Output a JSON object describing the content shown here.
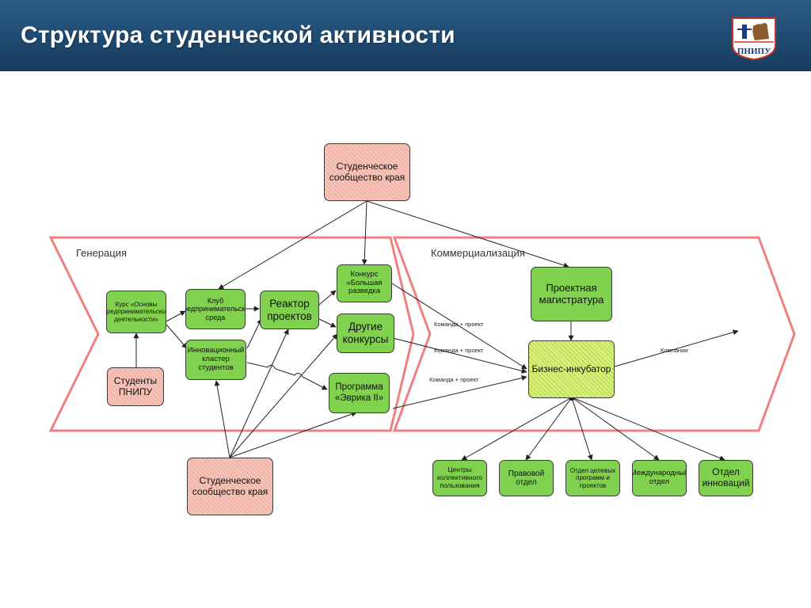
{
  "header": {
    "title": "Структура студенческой активности",
    "logo_text": "ПНИПУ"
  },
  "bands": {
    "generation": "Генерация",
    "commercialization": "Коммерциализация"
  },
  "nodes": {
    "community_top": "Студенческое сообщество края",
    "community_bottom": "Студенческое сообщество края",
    "students": "Студенты ПНИПУ",
    "course": "Курс «Основы предпринимательской деятельности»",
    "club": "Клуб Предпринимательская среда",
    "cluster": "Инновационный кластер студентов",
    "reactor": "Реактор проектов",
    "contest_big": "Конкурс «Большая разведка",
    "other_contests": "Другие конкурсы",
    "evrika": "Программа «Эврика II»",
    "magistratura": "Проектная магистратура",
    "incubator": "Бизнес-инкубатор",
    "centers": "Центры коллективного пользования",
    "legal": "Правовой отдел",
    "targeted": "Отдел целевых программ и проектов",
    "international": "Международный отдел",
    "innovation": "Отдел инноваций"
  },
  "edge_labels": {
    "team1": "Команда + проект",
    "team2": "Команда + проект",
    "team3": "Команда + проект",
    "companies": "Компании"
  },
  "colors": {
    "header_bg": "#1f4a70",
    "node_green": "#80d24e",
    "node_pink": "#f2b7aa",
    "incubator_fill": "#d9f07a",
    "band_border": "#f08080"
  }
}
